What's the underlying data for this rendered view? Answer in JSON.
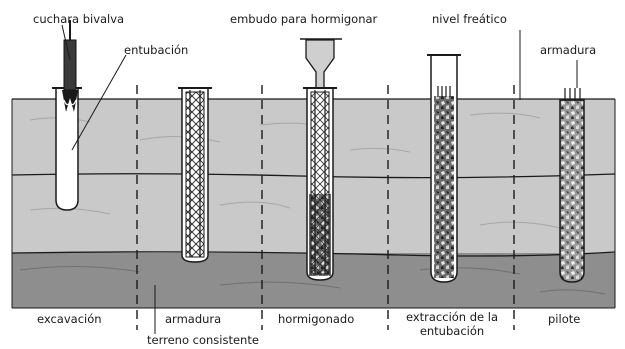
{
  "top_labels": {
    "cuchara": "cuchara bivalva",
    "entubacion": "entubación",
    "embudo": "embudo para hormigonar",
    "nivel": "nivel freático",
    "armadura_top": "armadura"
  },
  "bottom_labels": {
    "excavacion": "excavación",
    "armadura": "armadura",
    "hormigonado": "hormigonado",
    "extraccion_1": "extracción de la",
    "extraccion_2": "entubación",
    "pilote": "pilote",
    "terreno": "terreno consistente"
  },
  "colors": {
    "soil_upper": "#c9c9c9",
    "soil_lower": "#8e8e8e",
    "line": "#1a1a1a",
    "background": "#ffffff"
  }
}
